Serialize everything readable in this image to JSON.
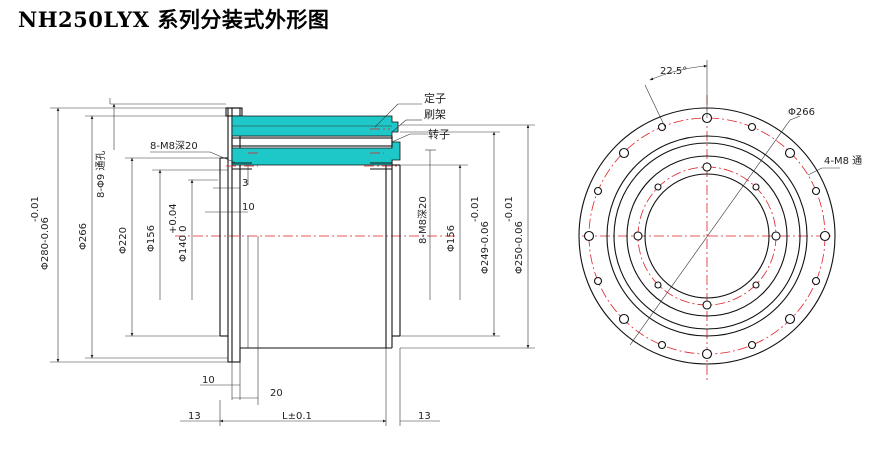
{
  "title": "NH250LYX 系列分装式外形图",
  "side_view": {
    "labels": {
      "stator": "定子",
      "brush_holder": "刷架",
      "rotor": "转子",
      "tapped_holes_left": "8-M8深20",
      "tapped_holes_right": "8-M8深20",
      "through_holes": "8-Φ9 通孔"
    },
    "dimensions": {
      "d280": "Φ280-0.06",
      "d280_tol": "-0.01",
      "d266": "Φ266",
      "d220": "Φ220",
      "d156_left": "Φ156",
      "d140": "Φ140 0",
      "d140_tol": "+0.04",
      "d156_right": "Φ156",
      "d249": "Φ249-0.06",
      "d249_tol": "-0.01",
      "d250": "Φ250-0.06",
      "d250_tol": "-0.01",
      "dim3": "3",
      "dim10_top": "10",
      "dim10_bottom": "10",
      "dim20": "20",
      "dim13_left": "13",
      "dim13_right": "13",
      "length": "L±0.1"
    }
  },
  "front_view": {
    "angle": "22.5°",
    "pcd": "Φ266",
    "holes_note": "4-M8 通"
  },
  "colors": {
    "accent": "#1ec8c8",
    "centerline": "#e0202a",
    "line": "#111111"
  }
}
